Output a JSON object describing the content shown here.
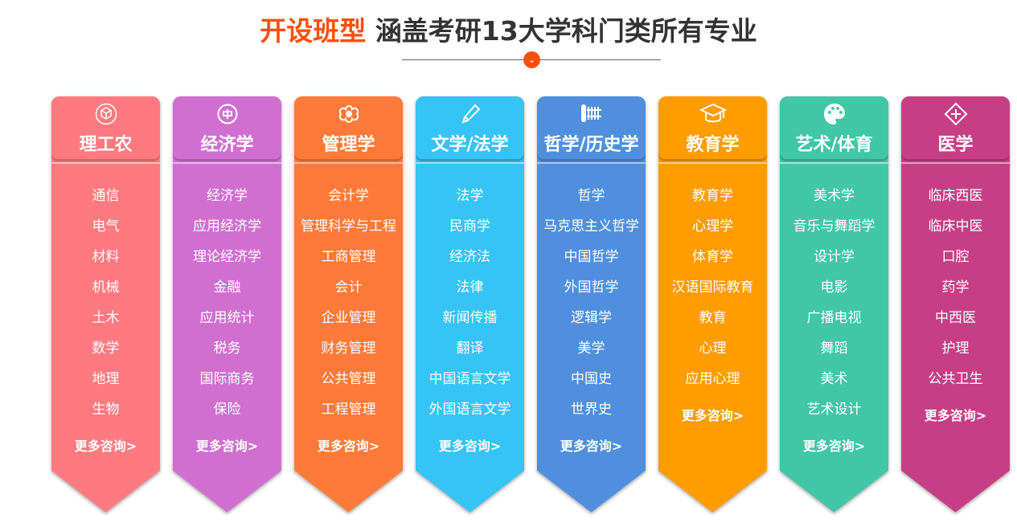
{
  "header": {
    "highlight": "开设班型",
    "title": " 涵盖考研13大学科门类所有专业"
  },
  "more_label": "更多咨询>",
  "categories": [
    {
      "name": "理工农",
      "icon": "cube-icon",
      "color": "#ff7a80",
      "items": [
        "通信",
        "电气",
        "材料",
        "机械",
        "土木",
        "数学",
        "地理",
        "生物"
      ]
    },
    {
      "name": "经济学",
      "icon": "currency-icon",
      "color": "#d06fd0",
      "items": [
        "经济学",
        "应用经济学",
        "理论经济学",
        "金融",
        "应用统计",
        "税务",
        "国际商务",
        "保险"
      ]
    },
    {
      "name": "管理学",
      "icon": "flower-icon",
      "color": "#ff7a38",
      "items": [
        "会计学",
        "管理科学与工程",
        "工商管理",
        "会计",
        "企业管理",
        "财务管理",
        "公共管理",
        "工程管理"
      ]
    },
    {
      "name": "文学/法学",
      "icon": "pencil-icon",
      "color": "#36c3f5",
      "items": [
        "法学",
        "民商学",
        "经济法",
        "法律",
        "新闻传播",
        "翻译",
        "中国语言文学",
        "外国语言文学"
      ]
    },
    {
      "name": "哲学/历史学",
      "icon": "scroll-icon",
      "color": "#4f8fde",
      "items": [
        "哲学",
        "马克思主义哲学",
        "中国哲学",
        "外国哲学",
        "逻辑学",
        "美学",
        "中国史",
        "世界史"
      ]
    },
    {
      "name": "教育学",
      "icon": "graduation-cap-icon",
      "color": "#ff9c00",
      "items": [
        "教育学",
        "心理学",
        "体育学",
        "汉语国际教育",
        "教育",
        "心理",
        "应用心理"
      ]
    },
    {
      "name": "艺术/体育",
      "icon": "palette-icon",
      "color": "#41c6a6",
      "items": [
        "美术学",
        "音乐与舞蹈学",
        "设计学",
        "电影",
        "广播电视",
        "舞蹈",
        "美术",
        "艺术设计"
      ]
    },
    {
      "name": "医学",
      "icon": "medical-cross-icon",
      "color": "#c63f86",
      "items": [
        "临床西医",
        "临床中医",
        "口腔",
        "药学",
        "中西医",
        "护理",
        "公共卫生"
      ]
    }
  ]
}
